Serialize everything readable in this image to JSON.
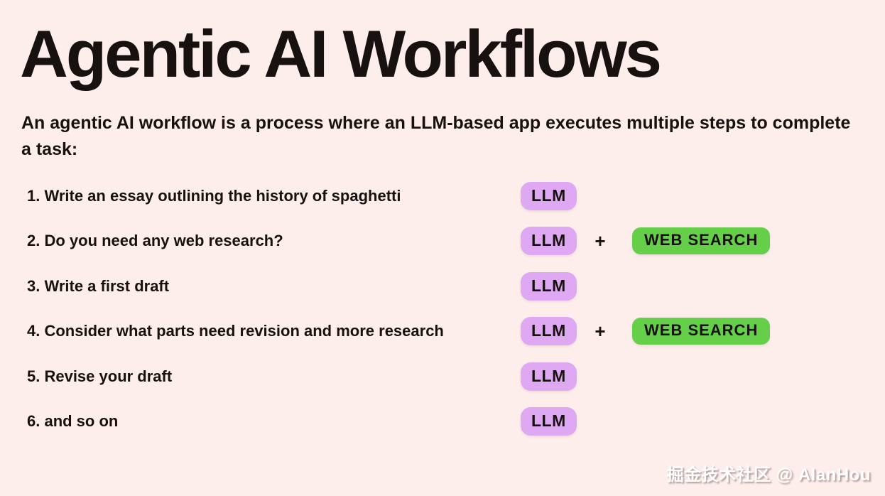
{
  "page": {
    "title": "Agentic AI Workflows",
    "subtitle": "An agentic AI workflow is a process where an LLM-based app executes multiple steps to complete a task:",
    "watermark": "掘金技术社区 @ AlanHou"
  },
  "badges": {
    "llm_label": "LLM",
    "plus_sign": "+",
    "web_search_label": "WEB SEARCH"
  },
  "steps": [
    {
      "label": "1. Write an essay outlining the history of spaghetti",
      "llm": true,
      "web_search": false
    },
    {
      "label": "2. Do you need any web research?",
      "llm": true,
      "web_search": true
    },
    {
      "label": "3. Write a first draft",
      "llm": true,
      "web_search": false
    },
    {
      "label": "4. Consider what parts need revision and more research",
      "llm": true,
      "web_search": true
    },
    {
      "label": "5. Revise your draft",
      "llm": true,
      "web_search": false
    },
    {
      "label": "6. and so on",
      "llm": true,
      "web_search": false
    }
  ],
  "colors": {
    "background": "#fdeeec",
    "text": "#17120f",
    "llm_badge": "#dea9f2",
    "web_search_badge": "#66cf4a",
    "watermark": "#ffffff"
  }
}
